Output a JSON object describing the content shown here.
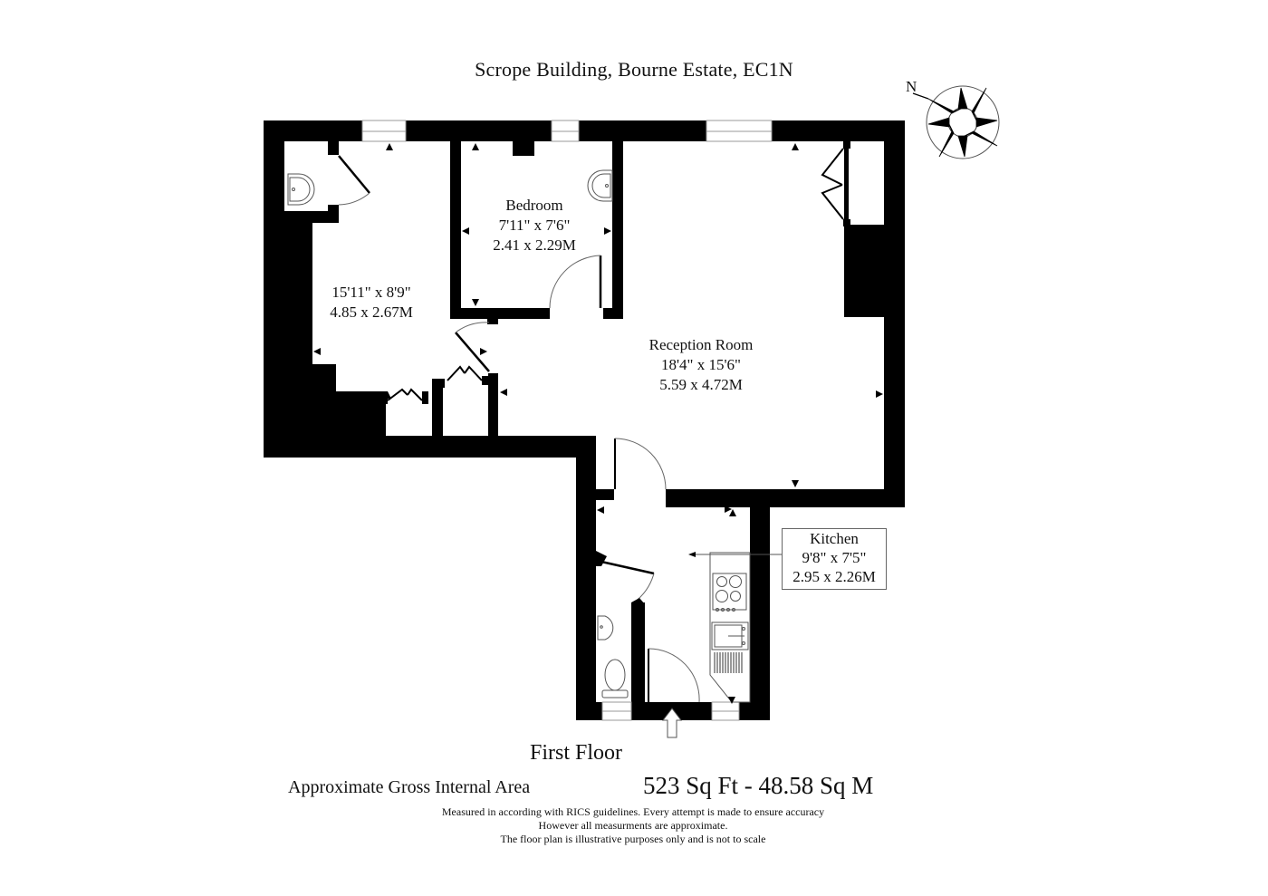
{
  "header": {
    "title": "Scrope Building, Bourne Estate, EC1N"
  },
  "compass": {
    "north_label": "N",
    "icon": "compass-rose-icon"
  },
  "rooms": [
    {
      "id": "room-left",
      "name": "",
      "imperial": "15'11\" x 8'9\"",
      "metric": "4.85 x 2.67M"
    },
    {
      "id": "bedroom",
      "name": "Bedroom",
      "imperial": "7'11\" x 7'6\"",
      "metric": "2.41 x 2.29M"
    },
    {
      "id": "reception",
      "name": "Reception Room",
      "imperial": "18'4\" x 15'6\"",
      "metric": "5.59 x 4.72M"
    },
    {
      "id": "kitchen",
      "name": "Kitchen",
      "imperial": "9'8\" x 7'5\"",
      "metric": "2.95 x 2.26M"
    }
  ],
  "footer": {
    "floor": "First Floor",
    "gia_label": "Approximate Gross Internal Area",
    "gia_value": "523 Sq Ft - 48.58 Sq M",
    "disclaimer": [
      "Measured in according with RICS guidelines. Every attempt is made to ensure accuracy",
      "However all measurments are approximate.",
      "The floor plan is illustrative purposes only and is not to scale"
    ]
  },
  "colors": {
    "wall": "#000000",
    "background": "#ffffff",
    "fixture_line": "#555555"
  }
}
